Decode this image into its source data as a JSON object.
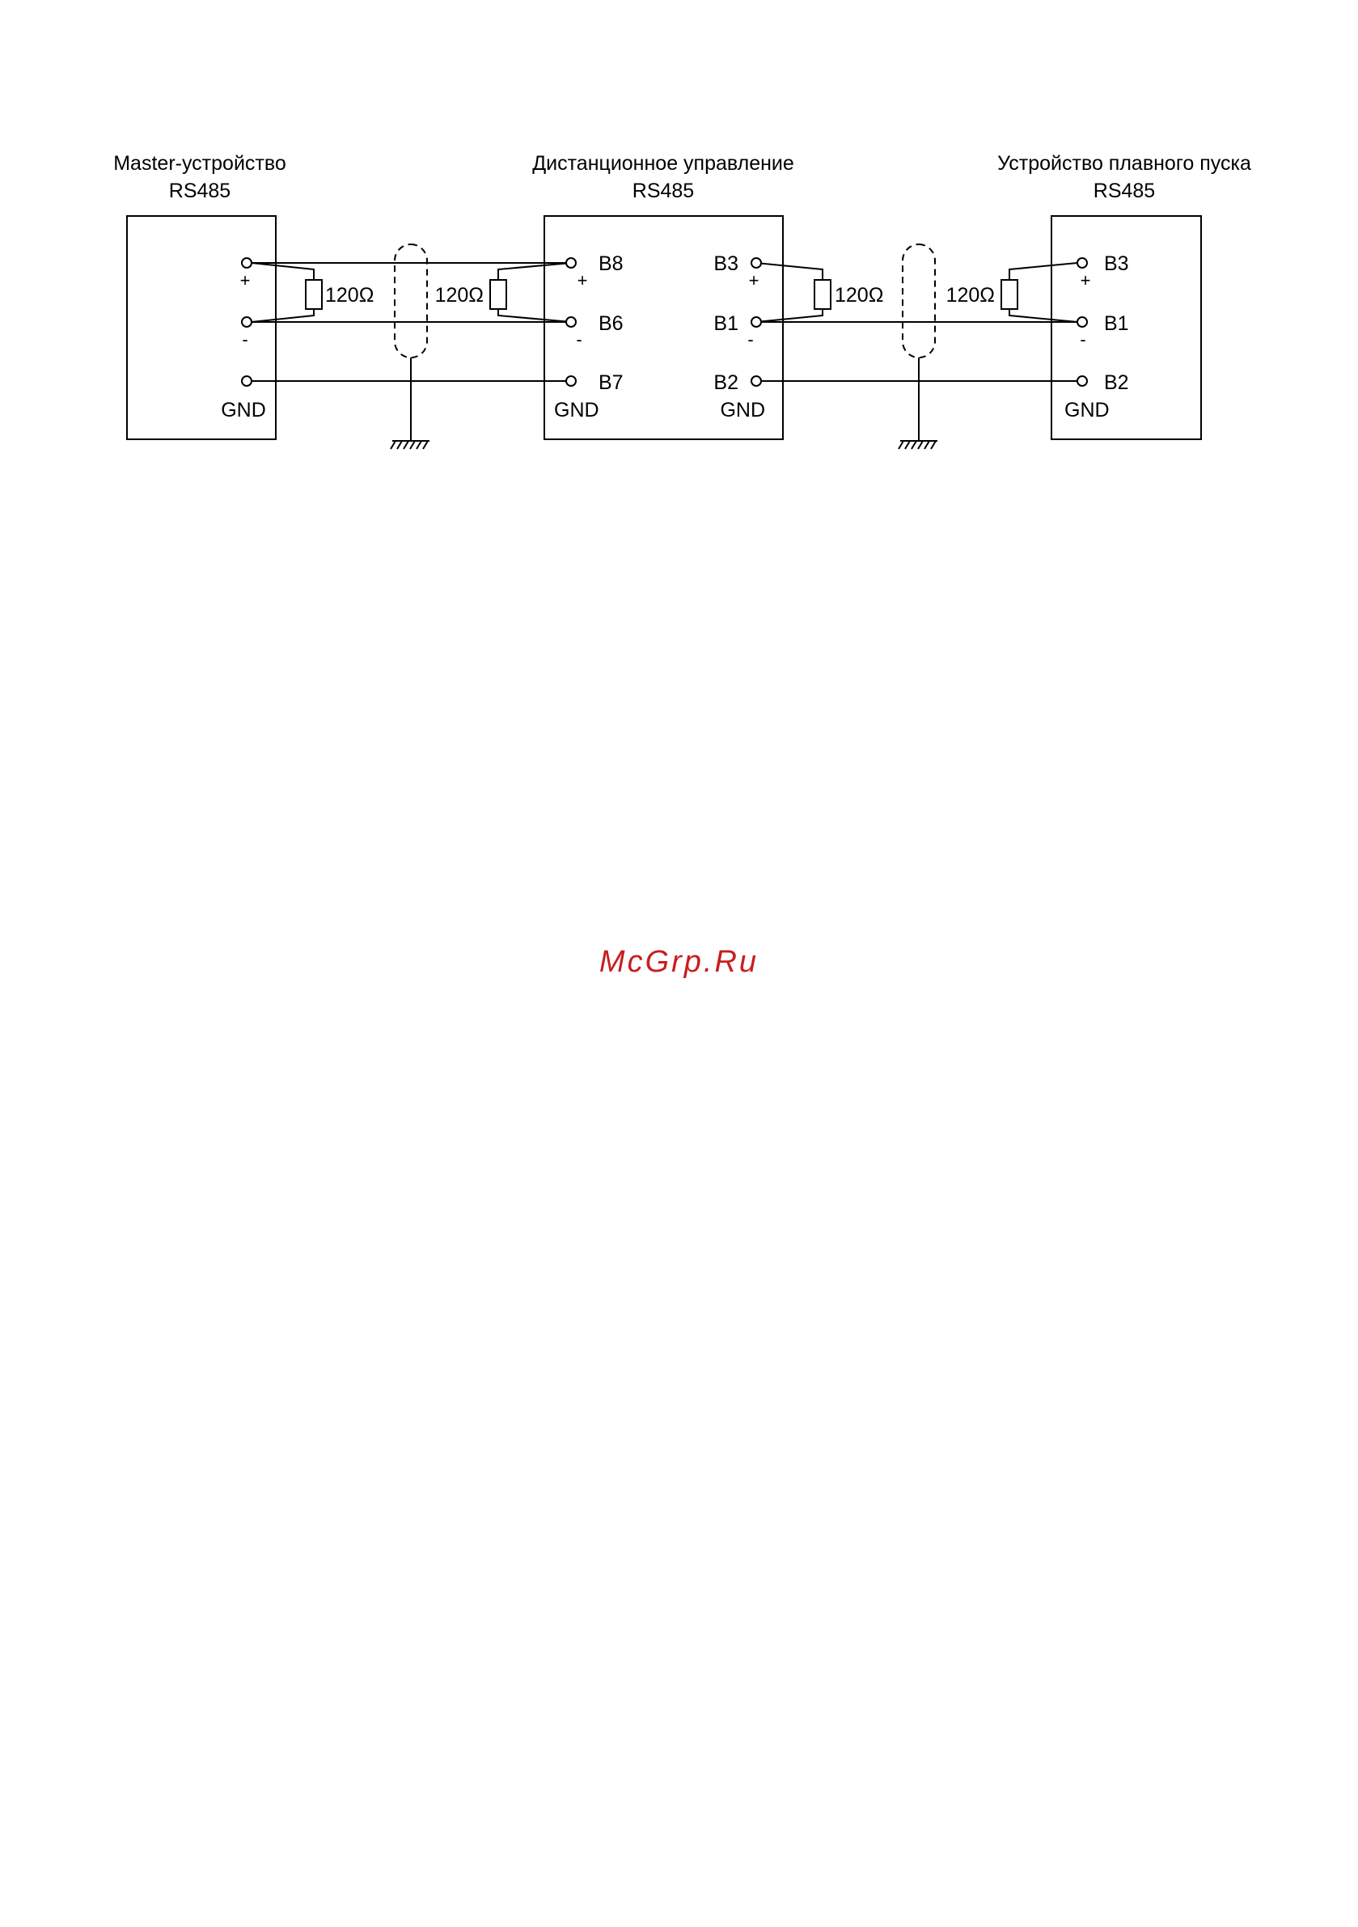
{
  "devices": {
    "master": {
      "title": "Master-устройство",
      "subtitle": "RS485",
      "plus": "+",
      "minus": "-",
      "gnd": "GND"
    },
    "remote": {
      "title": "Дистанционное  управление",
      "subtitle": "RS485",
      "left": {
        "b8": "B8",
        "b6": "B6",
        "b7": "B7",
        "plus": "+",
        "minus": "-",
        "gnd": "GND"
      },
      "right": {
        "b3": "B3",
        "b1": "B1",
        "b2": "B2",
        "plus": "+",
        "minus": "-",
        "gnd": "GND"
      }
    },
    "softstarter": {
      "title": "Устройство плавного пуска",
      "subtitle": "RS485",
      "b3": "B3",
      "b1": "B1",
      "b2": "B2",
      "plus": "+",
      "minus": "-",
      "gnd": "GND"
    }
  },
  "resistors": {
    "r1": "120Ω",
    "r2": "120Ω",
    "r3": "120Ω",
    "r4": "120Ω"
  },
  "watermark": "McGrp.Ru"
}
